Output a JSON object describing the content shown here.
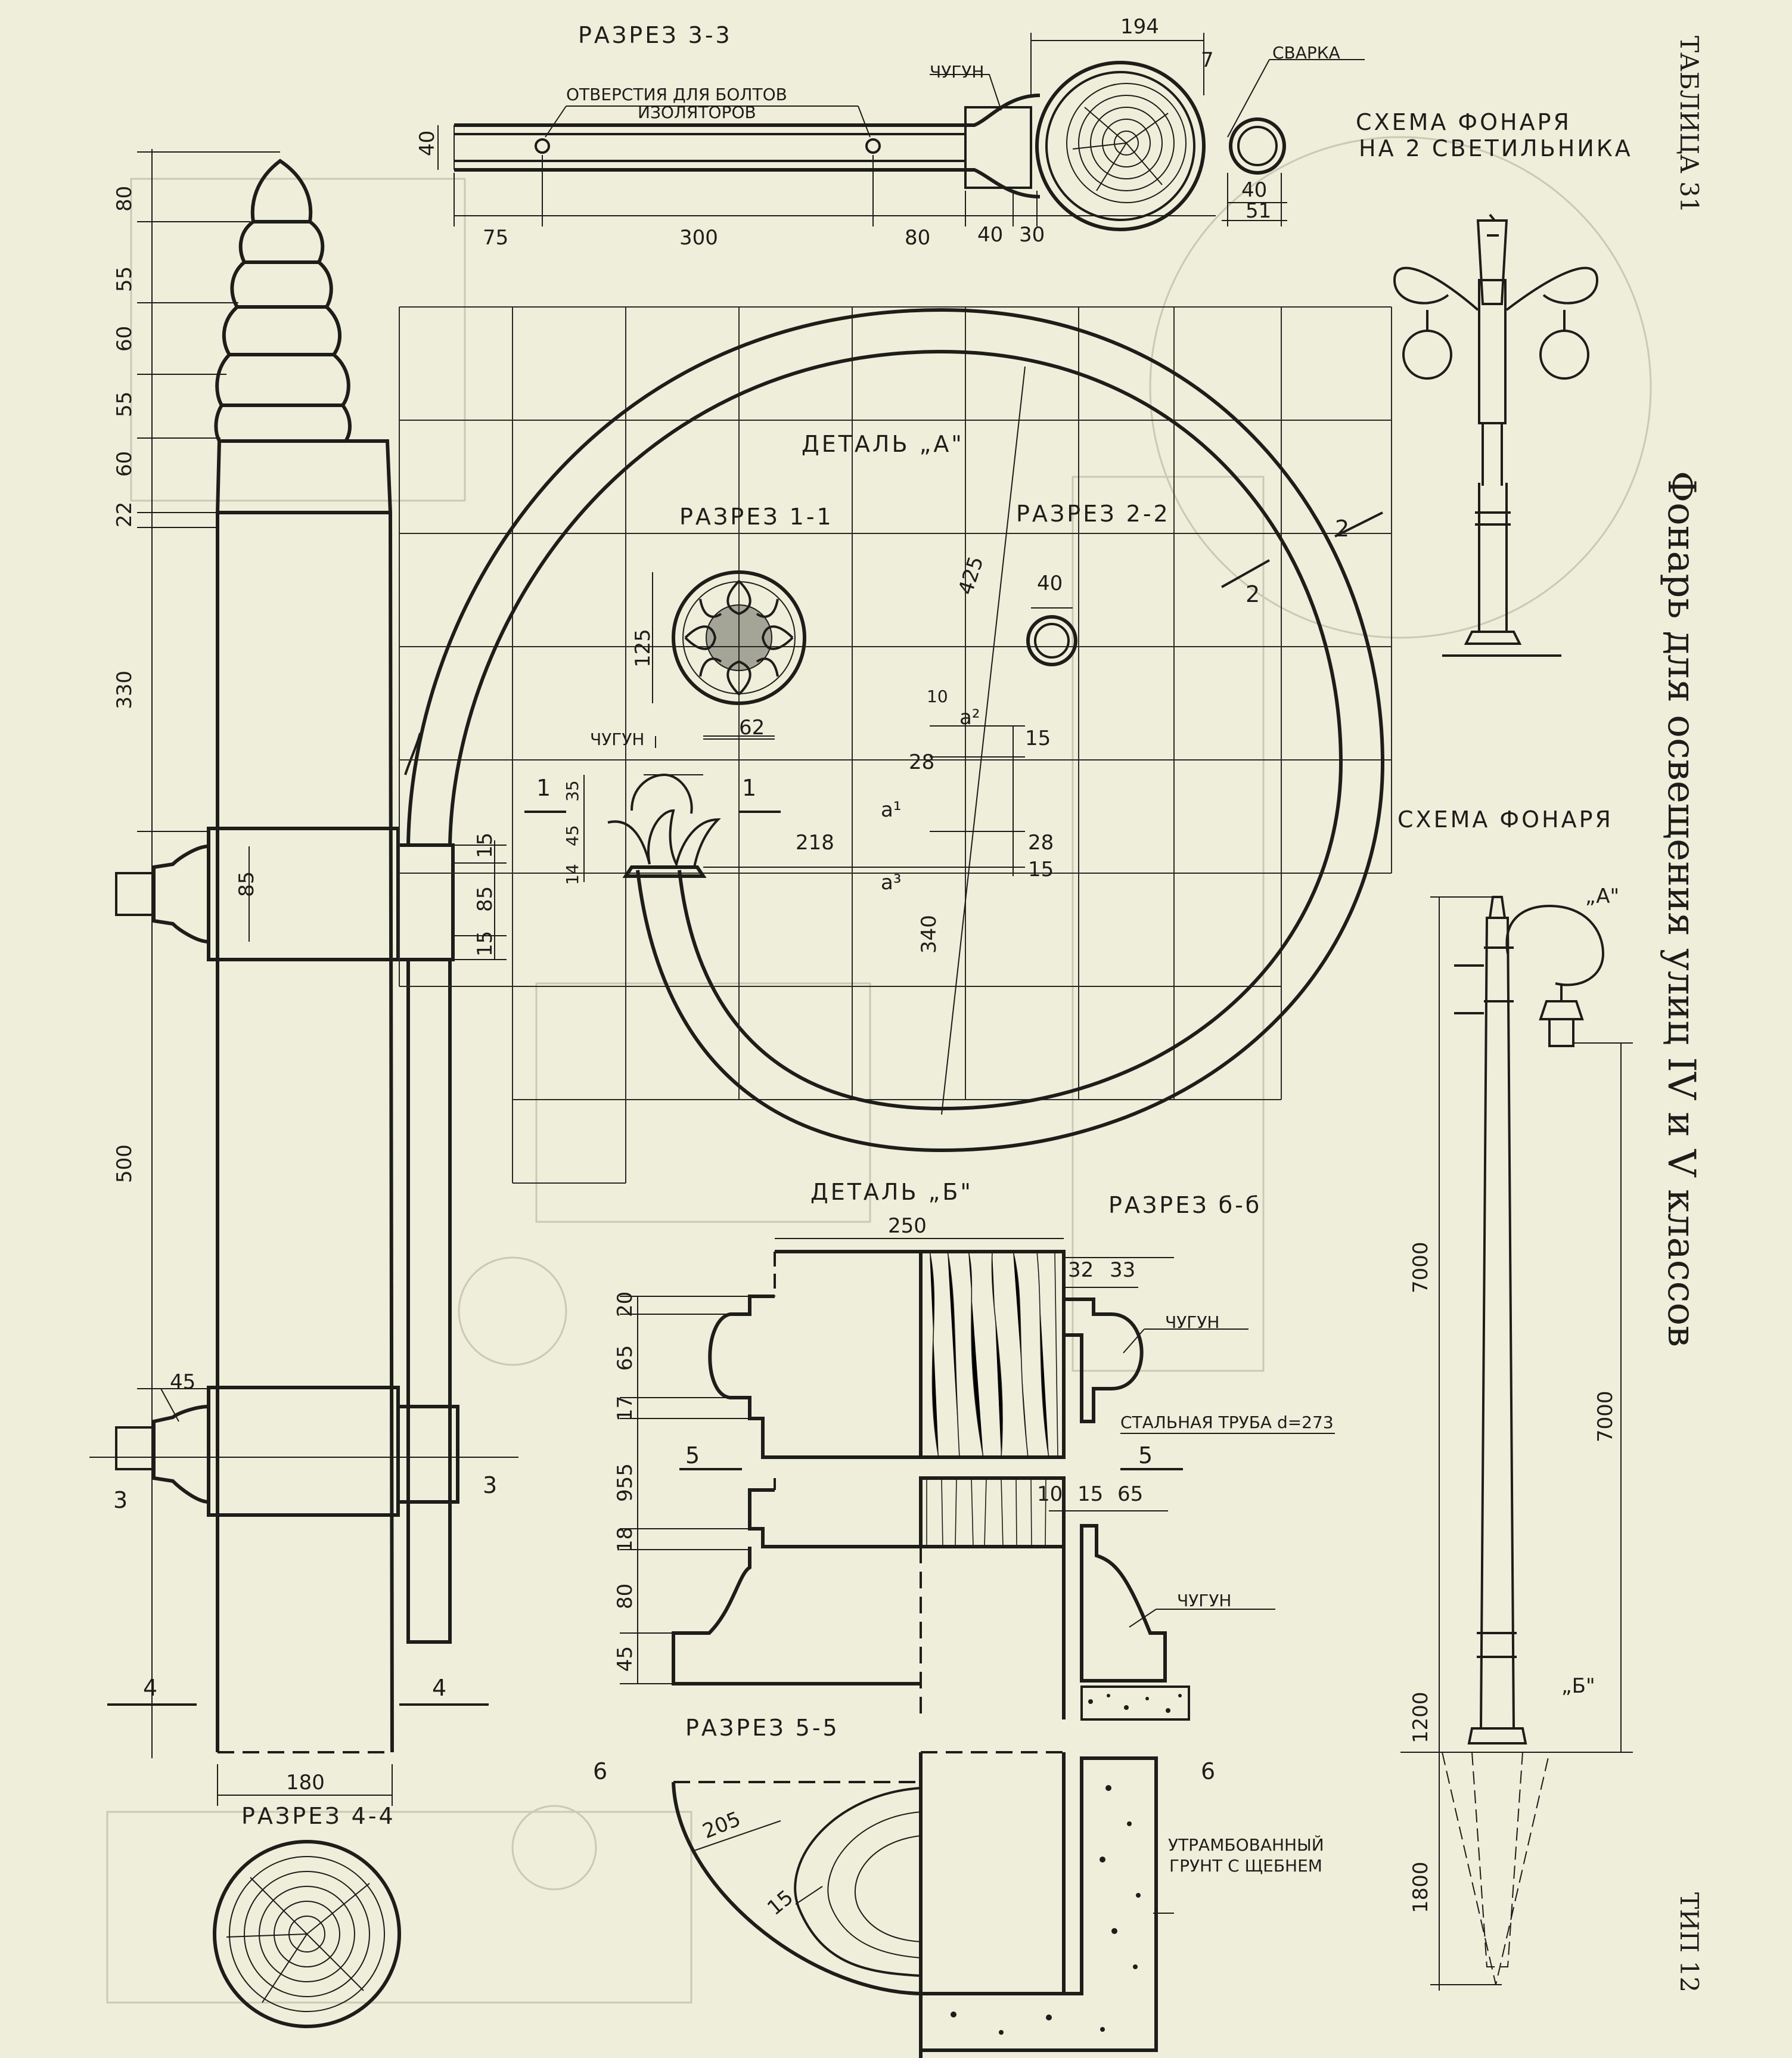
{
  "sheet": {
    "table_label": "ТАБЛИЦА 31",
    "type_label": "ТИП 12",
    "main_title": "Фонарь для освещения улиц IV и V классов"
  },
  "section_3_3": {
    "title": "РАЗРЕЗ  3-3",
    "note_holes": "ОТВЕРСТИЯ ДЛЯ БОЛТОВ",
    "note_holes_2": "ИЗОЛЯТОРОВ",
    "material": "ЧУГУН",
    "weld": "СВАРКА",
    "dims": {
      "d194": "194",
      "d7": "7",
      "d40v": "40",
      "d75": "75",
      "d300": "300",
      "d80": "80",
      "d40": "40",
      "d30": "30",
      "d40r": "40",
      "d51": "51"
    }
  },
  "scheme_two": {
    "title_1": "СХЕМА ФОНАРЯ",
    "title_2": "НА 2 СВЕТИЛЬНИКА"
  },
  "post_dims": {
    "d80": "80",
    "d55a": "55",
    "d60a": "60",
    "d55b": "55",
    "d60b": "60",
    "d22": "22",
    "d330": "330",
    "d85": "85",
    "d500": "500",
    "d45": "45",
    "d180": "180",
    "d15a": "15",
    "d85b": "85",
    "d15b": "15"
  },
  "post_marks": {
    "m3l": "3",
    "m3r": "3",
    "m4l": "4",
    "m4r": "4"
  },
  "detail_a": {
    "title": "ДЕТАЛЬ „A\"",
    "sec11": "РАЗРЕЗ 1-1",
    "sec22": "РАЗРЕЗ 2-2",
    "material": "ЧУГУН",
    "m1l": "1",
    "m1r": "1",
    "m2a": "2",
    "m2b": "2",
    "dims": {
      "d425": "425",
      "d40": "40",
      "d125": "125",
      "d62": "62",
      "d10": "10",
      "a2": "a²",
      "d15": "15",
      "d28": "28",
      "a1": "a¹",
      "d35": "35",
      "d45": "45",
      "d14": "14",
      "d218": "218",
      "d28b": "28",
      "d15b": "15",
      "a3": "a³",
      "d340": "340"
    }
  },
  "detail_b": {
    "title": "ДЕТАЛЬ „Б\"",
    "sec_bb": "РАЗРЕЗ б-б",
    "sec55": "РАЗРЕЗ 5-5",
    "material1": "ЧУГУН",
    "material2": "ЧУГУН",
    "pipe": "СТАЛЬНАЯ ТРУБА d=273",
    "soil_1": "УТРАМБОВАННЫЙ",
    "soil_2": "ГРУНТ С ЩЕБНЕМ",
    "m5l": "5",
    "m5r": "5",
    "m6l": "6",
    "m6r": "6",
    "dims": {
      "d250": "250",
      "d32": "32",
      "d33": "33",
      "d20": "20",
      "d65": "65",
      "d17": "17",
      "d955": "955",
      "d10": "10",
      "d15": "15",
      "d65b": "65",
      "d18": "18",
      "d80": "80",
      "d45": "45",
      "d205": "205",
      "d15b": "15"
    }
  },
  "section_4_4": {
    "title": "РАЗРЕЗ 4-4"
  },
  "scheme_one": {
    "title": "СХЕМА ФОНАРЯ",
    "markA": "„A\"",
    "markB": "„Б\"",
    "d7000a": "7000",
    "d7000b": "7000",
    "d1200": "1200",
    "d1800": "1800"
  }
}
